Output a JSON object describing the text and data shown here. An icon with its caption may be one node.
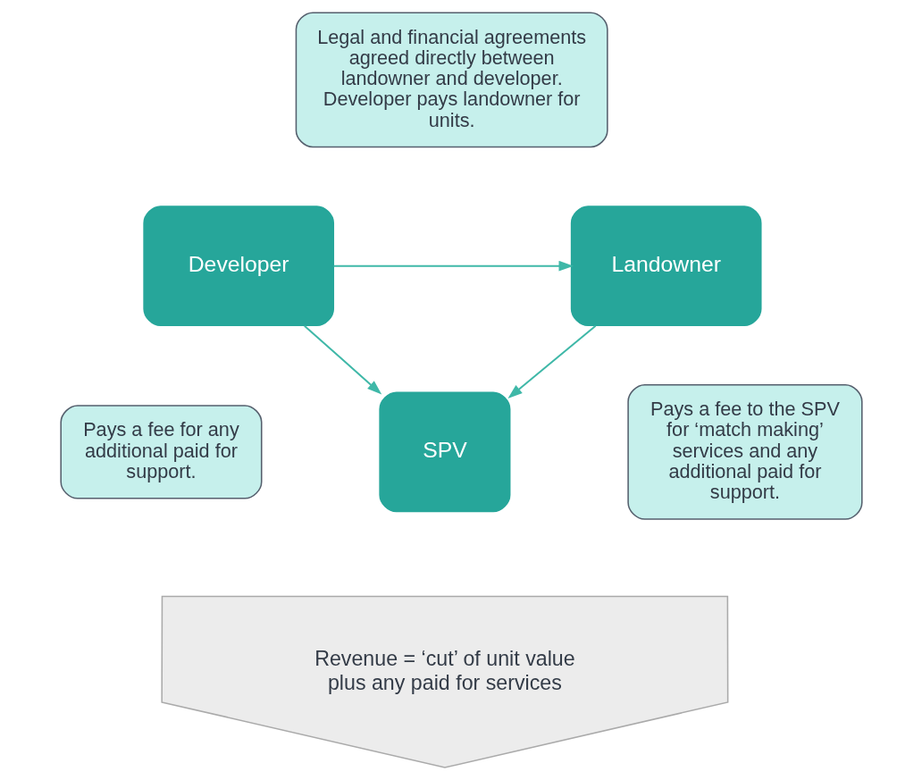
{
  "diagram": {
    "nodes": [
      {
        "text": [
          "Legal and financial agreements agreed directly between landowner and developer. Developer pays landowner for units."
        ]
      },
      {
        "text": [
          "Developer"
        ]
      },
      {
        "text": [
          "Landowner"
        ]
      },
      {
        "text": [
          "Pays a fee for any additional paid for support."
        ]
      },
      {
        "text": [
          "SPV"
        ]
      },
      {
        "text": [
          "Pays a fee to the SPV for ‘match making’ services and any additional paid for support."
        ]
      },
      {
        "text": [
          "Revenue = ‘cut’ of unit value plus any paid for services"
        ]
      }
    ],
    "edges": [
      {
        "from": 1,
        "to": 2,
        "arrow": "to"
      },
      {
        "from": 1,
        "to": 4,
        "arrow": "to"
      },
      {
        "from": 2,
        "to": 4,
        "arrow": "to"
      }
    ]
  }
}
